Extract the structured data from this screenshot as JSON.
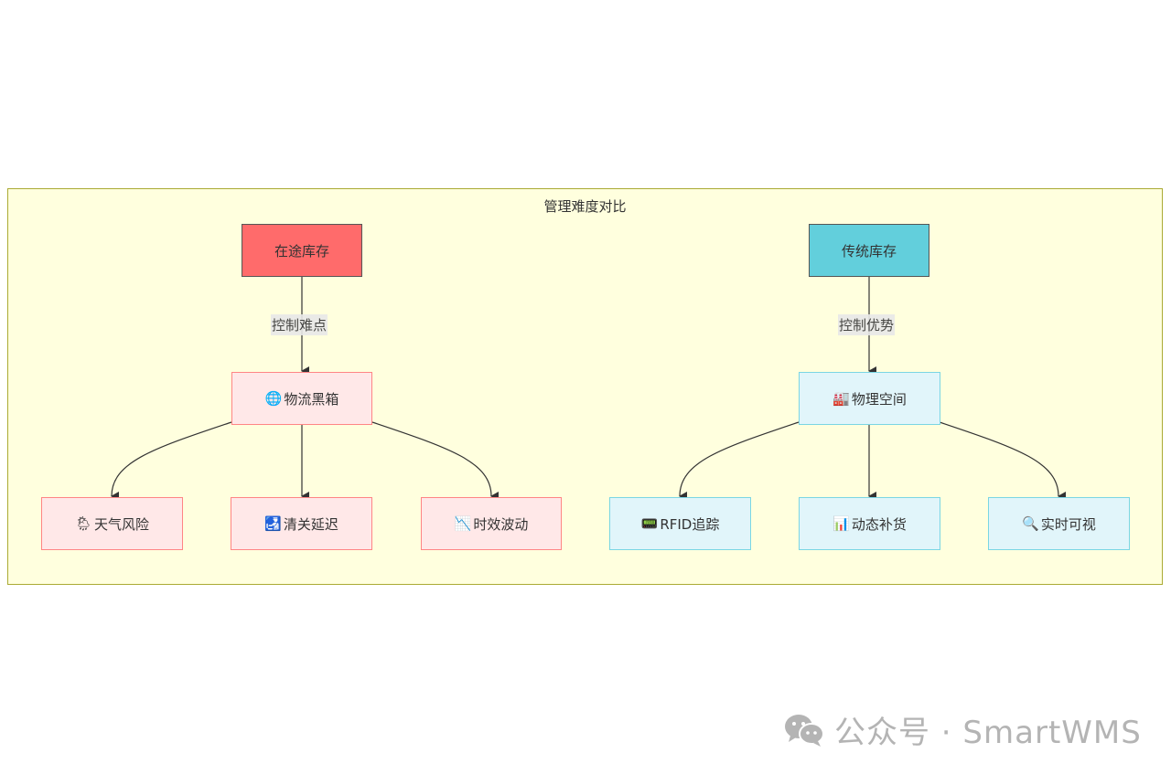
{
  "diagram": {
    "title": "管理难度对比",
    "left": {
      "root": "在途库存",
      "edge_label": "控制难点",
      "mid": {
        "icon": "globe-icon",
        "glyph": "🌐",
        "label": "物流黑箱"
      },
      "leaves": [
        {
          "icon": "weather-icon",
          "glyph": "🌦",
          "label": "天气风险"
        },
        {
          "icon": "customs-icon",
          "glyph": "🛃",
          "label": "清关延迟"
        },
        {
          "icon": "chart-down-icon",
          "glyph": "📉",
          "label": "时效波动"
        }
      ]
    },
    "right": {
      "root": "传统库存",
      "edge_label": "控制优势",
      "mid": {
        "icon": "factory-icon",
        "glyph": "🏭",
        "label": "物理空间"
      },
      "leaves": [
        {
          "icon": "pager-icon",
          "glyph": "📟",
          "label": "RFID追踪"
        },
        {
          "icon": "bar-chart-icon",
          "glyph": "📊",
          "label": "动态补货"
        },
        {
          "icon": "magnifier-icon",
          "glyph": "🔍",
          "label": "实时可视"
        }
      ]
    }
  },
  "watermark": {
    "icon": "wechat-icon",
    "text": "公众号 · SmartWMS"
  },
  "colors": {
    "cluster_bg": "#ffffde",
    "cluster_border": "#aaaa33",
    "left_root": "#ff6b6b",
    "right_root": "#62cfdc",
    "left_node_bg": "#ffe8e8",
    "left_node_border": "#ff8585",
    "right_node_bg": "#e1f5fa",
    "right_node_border": "#7ad6e3"
  }
}
